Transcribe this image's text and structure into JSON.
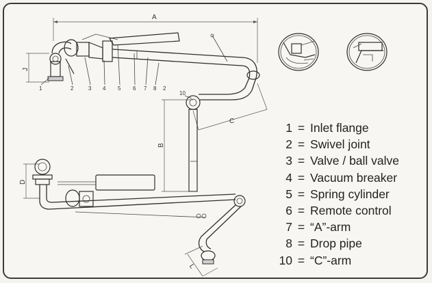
{
  "dimensions": {
    "a": "A",
    "b": "B",
    "c": "C",
    "d": "D",
    "j": "J",
    "l": "L"
  },
  "part_numbers": [
    "1",
    "2",
    "3",
    "4",
    "5",
    "6",
    "7",
    "8",
    "2",
    "10"
  ],
  "legend": [
    {
      "number": "1",
      "label": "Inlet flange"
    },
    {
      "number": "2",
      "label": "Swivel joint"
    },
    {
      "number": "3",
      "label": "Valve / ball valve"
    },
    {
      "number": "4",
      "label": "Vacuum breaker"
    },
    {
      "number": "5",
      "label": "Spring cylinder"
    },
    {
      "number": "6",
      "label": "Remote control"
    },
    {
      "number": "7",
      "label": "“A”-arm"
    },
    {
      "number": "8",
      "label": "Drop pipe"
    },
    {
      "number": "10",
      "label": "“C”-arm"
    }
  ],
  "legend_separator": "="
}
